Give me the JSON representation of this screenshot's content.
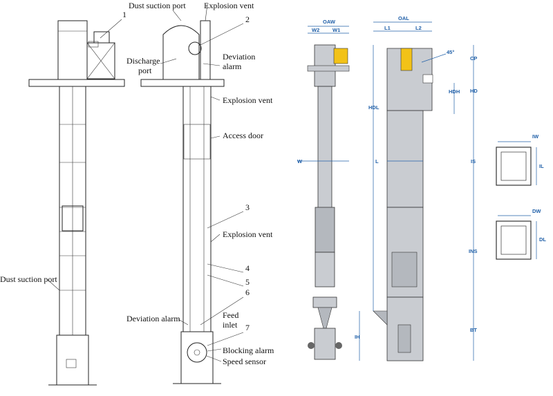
{
  "left_drawing": {
    "callouts": {
      "n1": "1",
      "n2": "2",
      "n3": "3",
      "n4": "4",
      "n5": "5",
      "n6": "6",
      "n7": "7"
    },
    "labels": {
      "dust_suction_top": "Dust suction port",
      "explosion_vent_top": "Explosion vent",
      "discharge_1": "Discharge",
      "discharge_2": "port",
      "deviation_alarm_top_1": "Deviation",
      "deviation_alarm_top_2": "alarm",
      "explosion_vent_mid": "Explosion vent",
      "access_door": "Access door",
      "explosion_vent_low": "Explosion vent",
      "dust_suction_low": "Dust suction port",
      "deviation_alarm_low": "Deviation alarm",
      "feed_1": "Feed",
      "feed_2": "inlet",
      "blocking_alarm": "Blocking alarm",
      "speed_sensor": "Speed sensor"
    }
  },
  "right_drawing": {
    "dims": {
      "oaw": "OAW",
      "w2": "W2",
      "w1": "W1",
      "w": "W",
      "ih": "IH",
      "oal": "OAL",
      "l1": "L1",
      "l2": "L2",
      "angle": "45°",
      "cp": "CP",
      "hd": "HD",
      "hdh": "HDH",
      "hdl": "HDL",
      "l": "L",
      "is": "IS",
      "ins": "INS",
      "bt": "BT",
      "iw": "IW",
      "il": "IL",
      "dw": "DW",
      "dl": "DL"
    },
    "colors": {
      "dimension": "#1f5fa8",
      "body": "#c9ccd1",
      "motor": "#f2c218"
    }
  }
}
